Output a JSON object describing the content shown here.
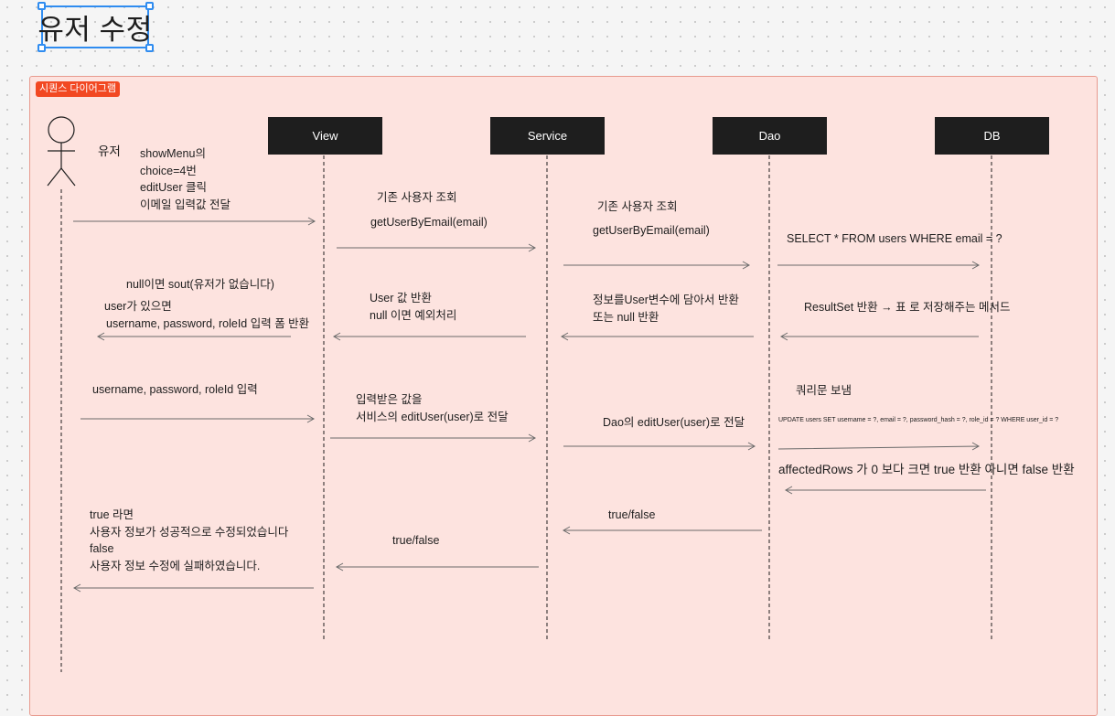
{
  "canvas": {
    "title": "유저 수정",
    "section_label": "시퀀스 다이어그램"
  },
  "diagram": {
    "actor": {
      "name": "유저"
    },
    "participants": [
      "View",
      "Service",
      "Dao",
      "DB"
    ],
    "labels": {
      "m1": [
        "showMenu의",
        "choice=4번",
        "editUser 클릭",
        "이메일 입력값 전달"
      ],
      "m2": [
        "기존 사용자 조회",
        "getUserByEmail(email)"
      ],
      "m3": [
        "기존 사용자 조회",
        "getUserByEmail(email)"
      ],
      "m4": "SELECT * FROM users WHERE email = ?",
      "m5": "ResultSet 반환 → 표 로 저장해주는 메서드",
      "m6": [
        "정보를User변수에 담아서 반환",
        "또는 null 반환"
      ],
      "m7": [
        "User 값 반환",
        "null  이면 예외처리"
      ],
      "m8a": "null이면 sout(유저가 없습니다)",
      "m8b": [
        "user가 있으면",
        "username, password, roleId 입력 폼 반환"
      ],
      "m9": "username, password, roleId 입력",
      "m10": [
        "입력받은 값을",
        "서비스의 editUser(user)로 전달"
      ],
      "m11": "Dao의 editUser(user)로 전달",
      "m12a": "쿼리문 보냄",
      "m12b": "UPDATE users SET username = ?, email = ?, password_hash = ?, role_id = ? WHERE user_id = ?",
      "m13": "affectedRows 가 0 보다 크면 true 반환 아니면 false 반환",
      "m14": "true/false",
      "m15": "true/false",
      "m16": [
        "true 라면",
        "사용자 정보가 성공적으로 수정되었습니다",
        "false",
        "사용자 정보 수정에 실패하였습니다."
      ]
    }
  },
  "colors": {
    "section_fill": "#fde3df",
    "section_border": "#e89a8e",
    "label_fill": "#f24822",
    "header_fill": "#1e1e1e",
    "selection": "#2f8cf0"
  }
}
